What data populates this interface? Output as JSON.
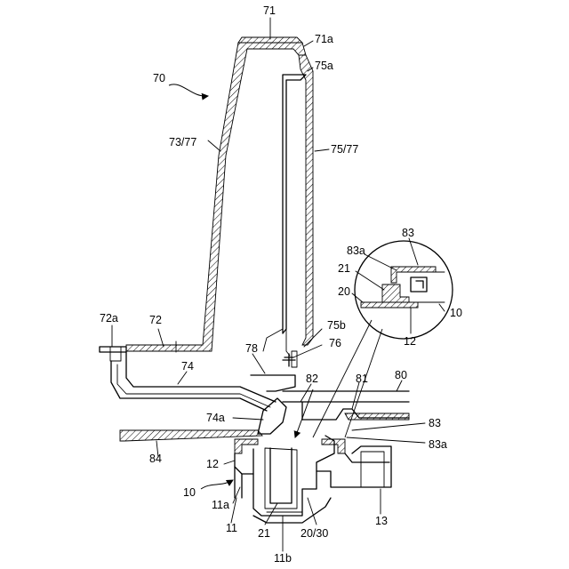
{
  "labels": {
    "l71": "71",
    "l71a": "71a",
    "l75a": "75a",
    "l70": "70",
    "l73_77": "73/77",
    "l75_77": "75/77",
    "l83_inset": "83",
    "l83a_inset": "83a",
    "l21_inset": "21",
    "l20_inset": "20",
    "l10_inset": "10",
    "l12_inset": "12",
    "l72a": "72a",
    "l72": "72",
    "l75b": "75b",
    "l76": "76",
    "l78": "78",
    "l74": "74",
    "l82": "82",
    "l81": "81",
    "l80": "80",
    "l74a": "74a",
    "l83": "83",
    "l84": "84",
    "l83a": "83a",
    "l12": "12",
    "l10": "10",
    "l11a": "11a",
    "l11": "11",
    "l21": "21",
    "l20_30": "20/30",
    "l13": "13",
    "l11b": "11b"
  }
}
